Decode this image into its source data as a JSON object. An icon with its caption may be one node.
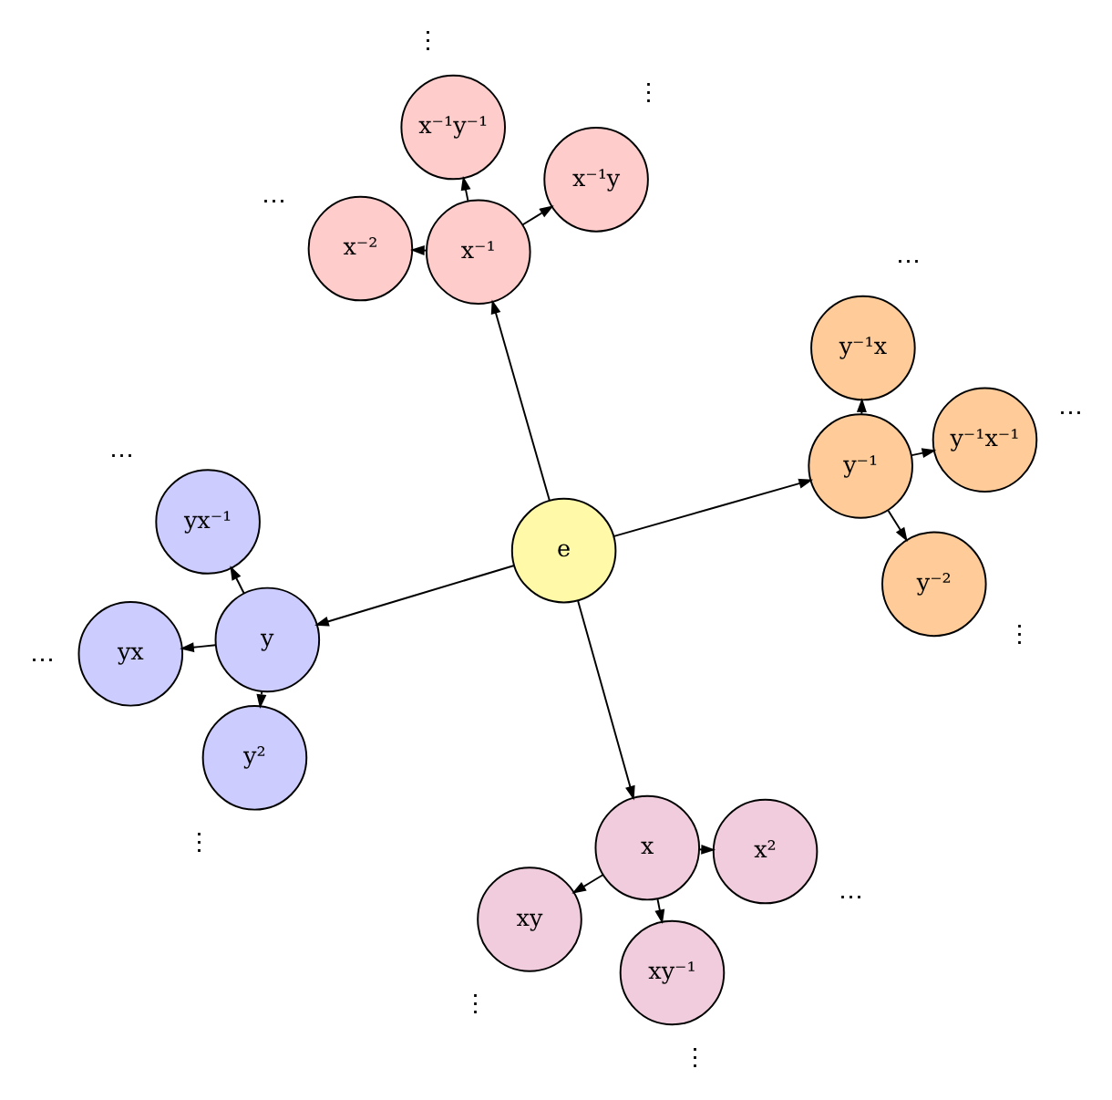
{
  "diagram": {
    "nodes": [
      {
        "text": [
          "y²"
        ]
      },
      {
        "text": [
          "yx⁻¹"
        ]
      },
      {
        "text": [
          "y"
        ]
      },
      {
        "text": [
          "yx"
        ]
      },
      {
        "text": [
          "x⁻¹y"
        ]
      },
      {
        "text": [
          "xy"
        ]
      },
      {
        "text": [
          "x⁻²"
        ]
      },
      {
        "text": [
          "x⁻¹"
        ]
      },
      {
        "text": [
          "e"
        ]
      },
      {
        "text": [
          "x"
        ]
      },
      {
        "text": [
          "x²"
        ]
      },
      {
        "text": [
          "x⁻¹y⁻¹"
        ]
      },
      {
        "text": [
          "xy⁻¹"
        ]
      },
      {
        "text": [
          "y⁻¹x⁻¹"
        ]
      },
      {
        "text": [
          "y⁻¹"
        ]
      },
      {
        "text": [
          "y⁻¹x"
        ]
      },
      {
        "text": [
          "y⁻²"
        ]
      }
    ],
    "edges": [
      {
        "from": 8,
        "to": 2,
        "arrow": "to"
      },
      {
        "from": 8,
        "to": 7,
        "arrow": "to"
      },
      {
        "from": 8,
        "to": 9,
        "arrow": "to"
      },
      {
        "from": 8,
        "to": 14,
        "arrow": "to"
      },
      {
        "from": 2,
        "to": 0,
        "arrow": "to"
      },
      {
        "from": 2,
        "to": 1,
        "arrow": "to"
      },
      {
        "from": 2,
        "to": 3,
        "arrow": "to"
      },
      {
        "from": 7,
        "to": 4,
        "arrow": "to"
      },
      {
        "from": 7,
        "to": 6,
        "arrow": "to"
      },
      {
        "from": 7,
        "to": 11,
        "arrow": "to"
      },
      {
        "from": 9,
        "to": 5,
        "arrow": "to"
      },
      {
        "from": 9,
        "to": 10,
        "arrow": "to"
      },
      {
        "from": 9,
        "to": 12,
        "arrow": "to"
      },
      {
        "from": 14,
        "to": 13,
        "arrow": "to"
      },
      {
        "from": 14,
        "to": 15,
        "arrow": "to"
      },
      {
        "from": 14,
        "to": 16,
        "arrow": "to"
      }
    ],
    "labels": [
      "⋮",
      "⋯",
      "⋯",
      "⋮",
      "⋮",
      "⋯",
      "⋯",
      "⋮",
      "⋮",
      "⋯",
      "⋯",
      "⋮"
    ]
  }
}
